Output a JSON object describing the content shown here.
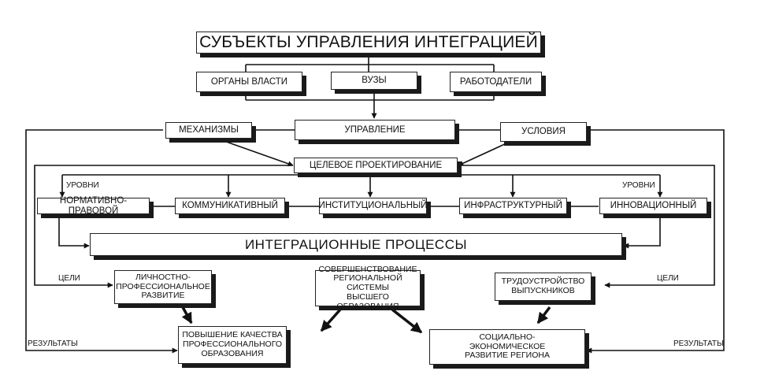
{
  "header": {
    "title": "СУБЪЕКТЫ УПРАВЛЕНИЯ ИНТЕГРАЦИЕЙ"
  },
  "subjects": {
    "authorities": "ОРГАНЫ ВЛАСТИ",
    "universities": "ВУЗЫ",
    "employers": "РАБОТОДАТЕЛИ"
  },
  "management": {
    "mechanisms": "МЕХАНИЗМЫ",
    "management": "УПРАВЛЕНИЕ",
    "conditions": "УСЛОВИЯ"
  },
  "design": {
    "target_design": "ЦЕЛЕВОЕ ПРОЕКТИРОВАНИЕ"
  },
  "levels": {
    "label_left": "УРОВНИ",
    "label_right": "УРОВНИ",
    "items": [
      "НОРМАТИВНО-ПРАВОВОЙ",
      "КОММУНИКАТИВНЫЙ",
      "ИНСТИТУЦИОНАЛЬНЫЙ",
      "ИНФРАСТРУКТУРНЫЙ",
      "ИННОВАЦИОННЫЙ"
    ]
  },
  "processes": {
    "title": "ИНТЕГРАЦИОННЫЕ ПРОЦЕССЫ"
  },
  "goals": {
    "label_left": "ЦЕЛИ",
    "label_right": "ЦЕЛИ",
    "personal": "ЛИЧНОСТНО-\nПРОФЕССИОНАЛЬНОЕ\nРАЗВИТИЕ",
    "improvement": "СОВЕРШЕНСТВОВАНИЕ\nРЕГИОНАЛЬНОЙ СИСТЕМЫ\nВЫСШЕГО ОБРАЗОВАНИЯ",
    "employment": "ТРУДОУСТРОЙСТВО\nВЫПУСКНИКОВ"
  },
  "results": {
    "label_left": "РЕЗУЛЬТАТЫ",
    "label_right": "РЕЗУЛЬТАТЫ",
    "quality": "ПОВЫШЕНИЕ КАЧЕСТВА\nПРОФЕССИОНАЛЬНОГО\nОБРАЗОВАНИЯ",
    "regional": "СОЦИАЛЬНО-\nЭКОНОМИЧЕСКОЕ\nРАЗВИТИЕ РЕГИОНА"
  }
}
